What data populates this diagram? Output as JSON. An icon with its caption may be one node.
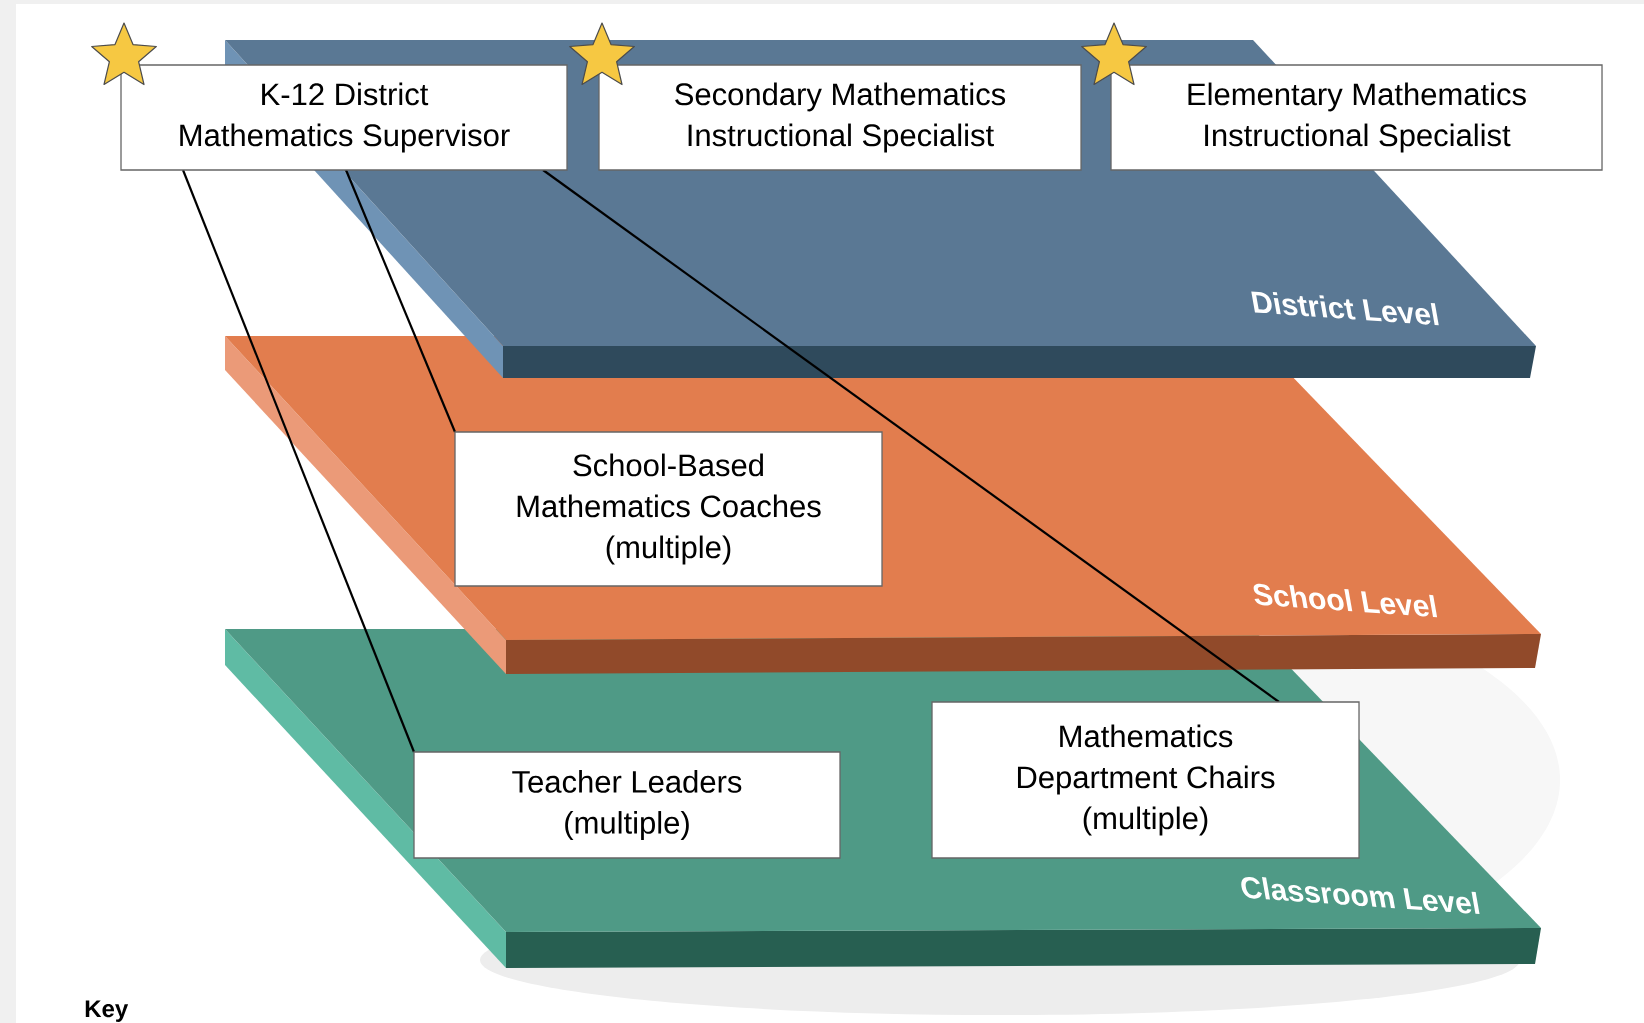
{
  "diagram": {
    "nodes": [
      {
        "text": [
          "K-12 District Mathematics Supervisor"
        ]
      },
      {
        "text": [
          "Secondary Mathematics Instructional Specialist"
        ]
      },
      {
        "text": [
          "Elementary Mathematics Instructional Specialist"
        ]
      },
      {
        "text": [
          "District Level"
        ]
      },
      {
        "text": [
          "School-Based Mathematics Coaches (multiple)"
        ]
      },
      {
        "text": [
          "School Level"
        ]
      },
      {
        "text": [
          "Teacher Leaders (multiple)"
        ]
      },
      {
        "text": [
          "Mathematics Department Chairs (multiple)"
        ]
      },
      {
        "text": [
          "Classroom Level"
        ]
      }
    ],
    "edges": [
      {
        "from": 0,
        "to": 4,
        "arrow": "none"
      },
      {
        "from": 0,
        "to": 6,
        "arrow": "none"
      },
      {
        "from": 0,
        "to": 7,
        "arrow": "none"
      }
    ],
    "labels": [
      "Key"
    ]
  }
}
